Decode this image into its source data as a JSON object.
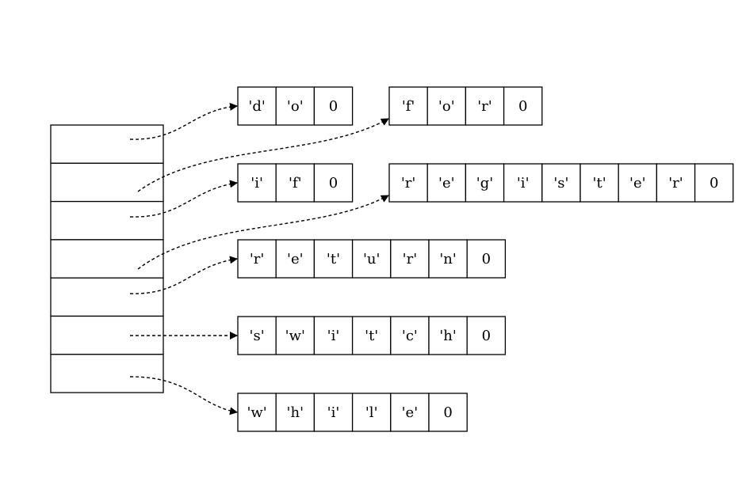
{
  "pointer_array": {
    "slot_count": 7
  },
  "strings": [
    {
      "chars": [
        "'d'",
        "'o'",
        "0"
      ]
    },
    {
      "chars": [
        "'f'",
        "'o'",
        "'r'",
        "0"
      ]
    },
    {
      "chars": [
        "'i'",
        "'f'",
        "0"
      ]
    },
    {
      "chars": [
        "'r'",
        "'e'",
        "'g'",
        "'i'",
        "'s'",
        "'t'",
        "'e'",
        "'r'",
        "0"
      ]
    },
    {
      "chars": [
        "'r'",
        "'e'",
        "'t'",
        "'u'",
        "'r'",
        "'n'",
        "0"
      ]
    },
    {
      "chars": [
        "'s'",
        "'w'",
        "'i'",
        "'t'",
        "'c'",
        "'h'",
        "0"
      ]
    },
    {
      "chars": [
        "'w'",
        "'h'",
        "'i'",
        "'l'",
        "'e'",
        "0"
      ]
    }
  ],
  "arrows": [
    {
      "from_slot": 0,
      "to_string": 0
    },
    {
      "from_slot": 1,
      "to_string": 1
    },
    {
      "from_slot": 2,
      "to_string": 2
    },
    {
      "from_slot": 3,
      "to_string": 3
    },
    {
      "from_slot": 4,
      "to_string": 4
    },
    {
      "from_slot": 5,
      "to_string": 5
    },
    {
      "from_slot": 6,
      "to_string": 6
    }
  ]
}
